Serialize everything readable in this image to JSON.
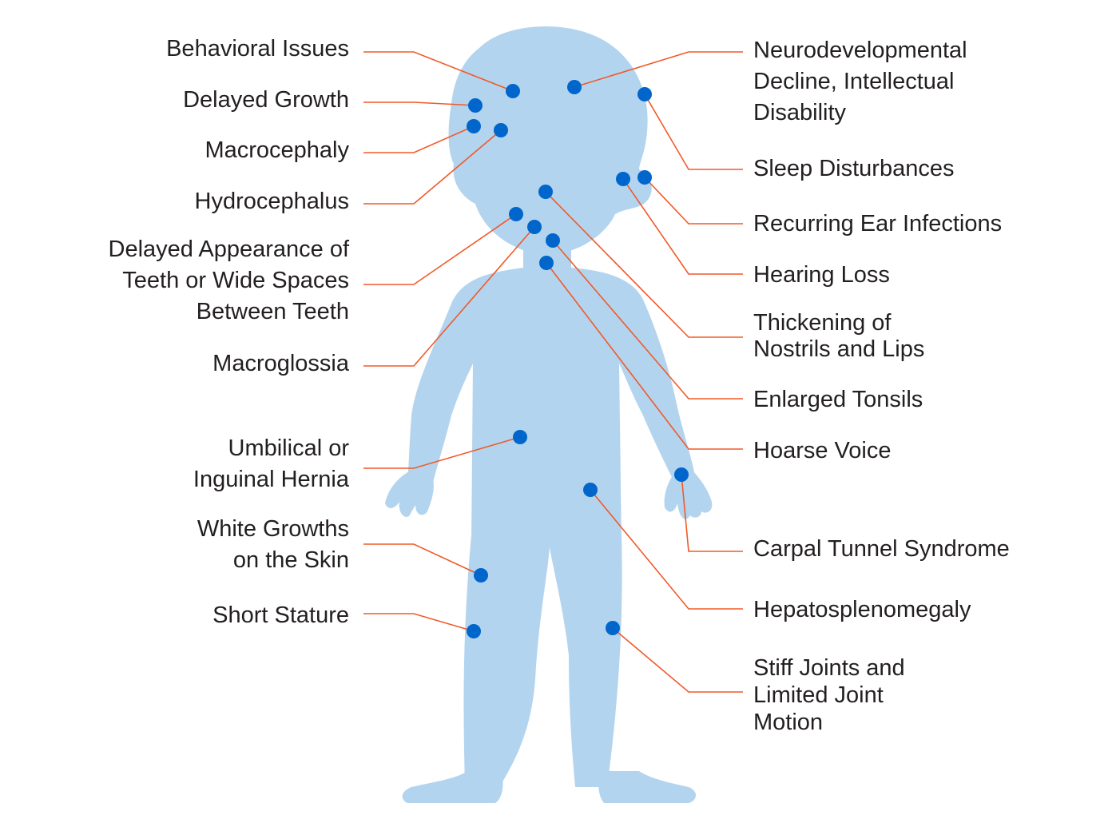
{
  "title": "Signs and symptoms body diagram",
  "colors": {
    "body": "#b3d4ef",
    "dot": "#0066cc",
    "leader_line": "#f05a28",
    "text": "#231f20"
  },
  "left_labels": [
    {
      "lines": [
        "Behavioral Issues"
      ]
    },
    {
      "lines": [
        "Delayed Growth"
      ]
    },
    {
      "lines": [
        "Macrocephaly"
      ]
    },
    {
      "lines": [
        "Hydrocephalus"
      ]
    },
    {
      "lines": [
        "Delayed Appearance of",
        "Teeth or Wide Spaces",
        "Between Teeth"
      ]
    },
    {
      "lines": [
        "Macroglossia"
      ]
    },
    {
      "lines": [
        "Umbilical or",
        "Inguinal Hernia"
      ]
    },
    {
      "lines": [
        "White Growths",
        "on the Skin"
      ]
    },
    {
      "lines": [
        "Short Stature"
      ]
    }
  ],
  "right_labels": [
    {
      "lines": [
        "Neurodevelopmental",
        "Decline, Intellectual",
        "Disability"
      ]
    },
    {
      "lines": [
        "Sleep Disturbances"
      ]
    },
    {
      "lines": [
        "Recurring Ear Infections"
      ]
    },
    {
      "lines": [
        "Hearing Loss"
      ]
    },
    {
      "lines": [
        "Thickening of",
        "Nostrils and Lips"
      ]
    },
    {
      "lines": [
        "Enlarged Tonsils"
      ]
    },
    {
      "lines": [
        "Hoarse Voice"
      ]
    },
    {
      "lines": [
        "Carpal Tunnel Syndrome"
      ]
    },
    {
      "lines": [
        "Hepatosplenomegaly"
      ]
    },
    {
      "lines": [
        "Stiff Joints and",
        "Limited Joint",
        "Motion"
      ]
    }
  ]
}
